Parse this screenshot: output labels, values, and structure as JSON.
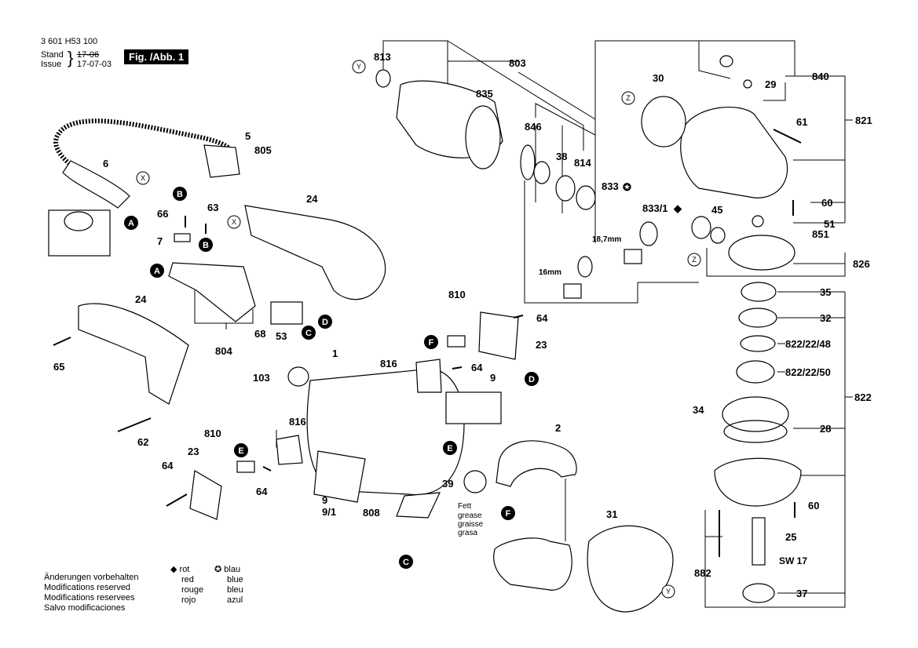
{
  "header": {
    "part_no": "3 601 H53 100",
    "stand_label": "Stand",
    "issue_label": "Issue",
    "stand_date": "17-06",
    "issue_date": "17-07-03",
    "fig_label": "Fig. /Abb. 1"
  },
  "labels": {
    "l813": "813",
    "l803": "803",
    "l835": "835",
    "l846": "846",
    "l38": "38",
    "l814": "814",
    "l833": "833",
    "l833_1": "833/1",
    "l30": "30",
    "l840": "840",
    "l29": "29",
    "l821": "821",
    "l61": "61",
    "l60a": "60",
    "l51": "51",
    "l851": "851",
    "l45": "45",
    "l826": "826",
    "l35": "35",
    "l32": "32",
    "l822_22_48": "822/22/48",
    "l822_22_50": "822/22/50",
    "l822": "822",
    "l34": "34",
    "l28": "28",
    "l60b": "60",
    "l25": "25",
    "sw17": "SW 17",
    "l882": "882",
    "l37": "37",
    "l31": "31",
    "l2": "2",
    "l39": "39",
    "l808": "808",
    "l9": "9",
    "l9_1": "9/1",
    "l9b": "9",
    "l1": "1",
    "l103": "103",
    "l816a": "816",
    "l816b": "816",
    "l64a": "64",
    "l64b": "64",
    "l64c": "64",
    "l64d": "64",
    "l23a": "23",
    "l23b": "23",
    "l810a": "810",
    "l810b": "810",
    "l5": "5",
    "l805": "805",
    "l6": "6",
    "l24a": "24",
    "l24b": "24",
    "l66": "66",
    "l63": "63",
    "l7": "7",
    "l68": "68",
    "l53": "53",
    "l804": "804",
    "l65": "65",
    "l62": "62",
    "dim_18_7": "18,7mm",
    "dim_16": "16mm"
  },
  "markers": {
    "A": "A",
    "B": "B",
    "C": "C",
    "D": "D",
    "E": "E",
    "F": "F",
    "X": "X",
    "Y": "Y",
    "Z": "Z"
  },
  "grease_note": [
    "Fett",
    "grease",
    "graisse",
    "grasa"
  ],
  "legend": {
    "lines": [
      "Änderungen vorbehalten",
      "Modifications reserved",
      "Modifications reservees",
      "Salvo modificaciones"
    ],
    "red_symbol": "◆",
    "red_words": [
      "rot",
      "red",
      "rouge",
      "rojo"
    ],
    "blue_symbol": "✪",
    "blue_words": [
      "blau",
      "blue",
      "bleu",
      "azul"
    ]
  }
}
